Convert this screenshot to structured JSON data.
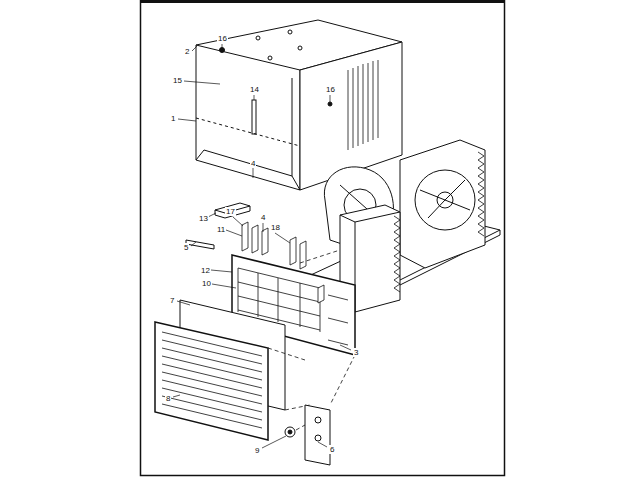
{
  "diagram": {
    "labels": [
      "16",
      "2",
      "15",
      "14",
      "16",
      "1",
      "4",
      "13",
      "17",
      "4",
      "11",
      "18",
      "5",
      "12",
      "10",
      "7",
      "3",
      "8",
      "9",
      "6"
    ]
  }
}
